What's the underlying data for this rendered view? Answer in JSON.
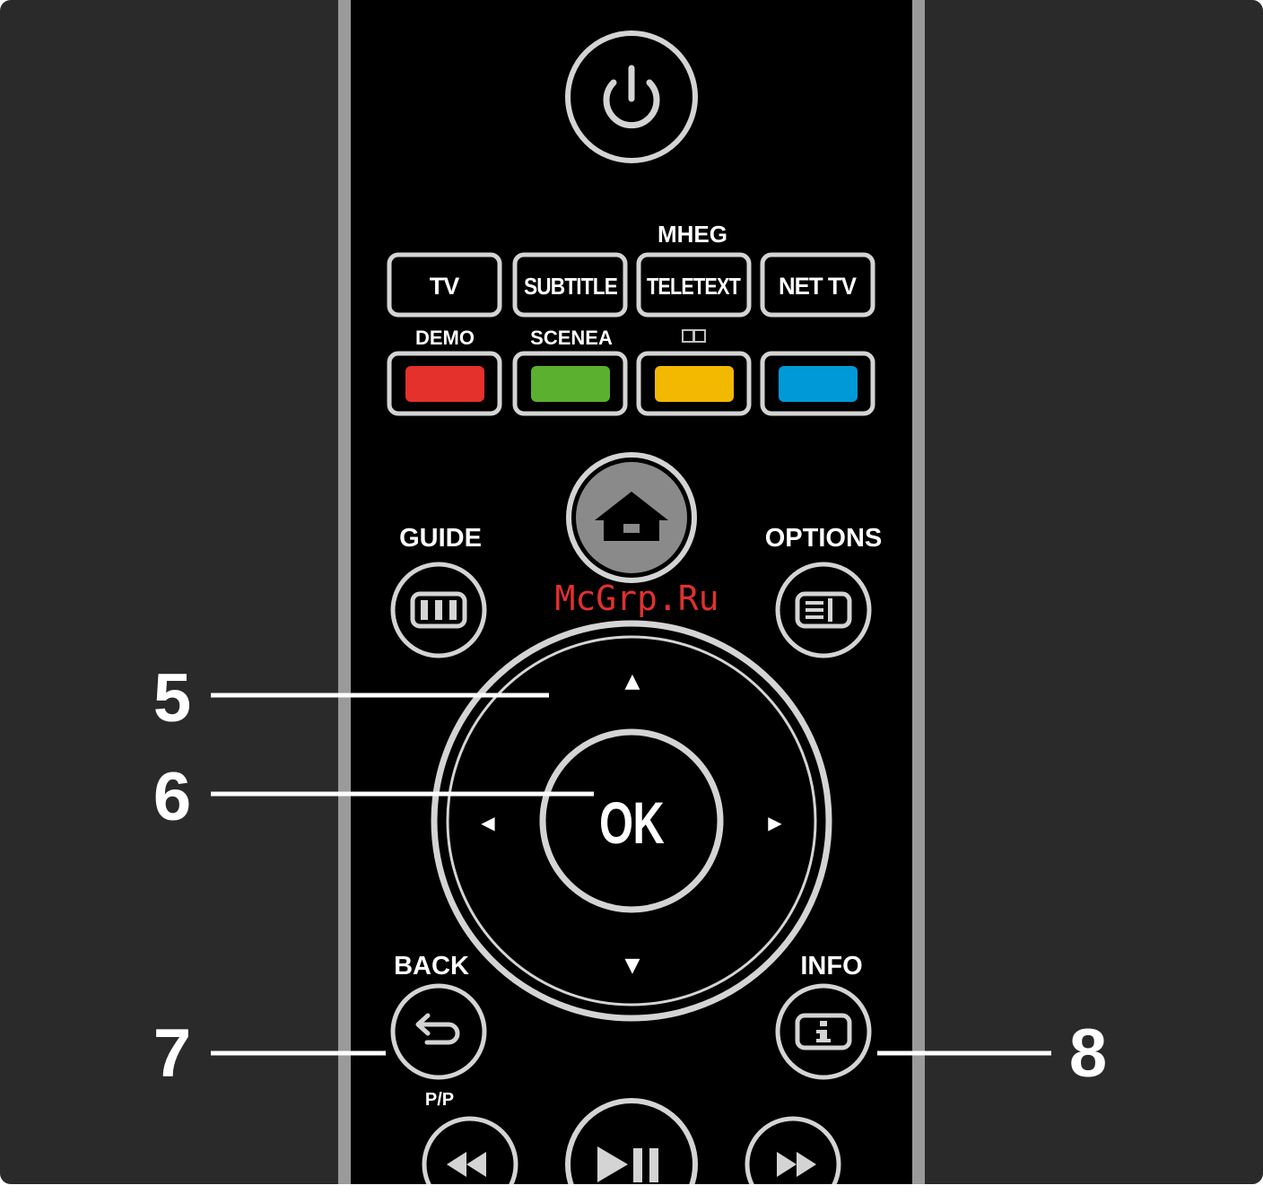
{
  "colors": {
    "background": "#2a2a2a",
    "remote_body": "#000000",
    "remote_edge": "#9a9a9a",
    "outline": "#d4d4d4",
    "home_fill": "#8a8a8a",
    "red": "#e4312b",
    "green": "#5bb030",
    "yellow": "#f3b800",
    "blue": "#0099d8",
    "watermark": "#e0312f"
  },
  "icons": {
    "power": "power-icon",
    "home": "home-icon",
    "guide": "guide-grid-icon",
    "options": "options-list-icon",
    "back": "back-arrow-icon",
    "info": "info-icon",
    "rewind": "rewind-icon",
    "play_pause": "play-pause-icon",
    "fast_forward": "fast-forward-icon",
    "teletext_extra": "book-icon"
  },
  "labels": {
    "mheg": "MHEG",
    "demo": "DEMO",
    "scenea": "SCENEA",
    "guide": "GUIDE",
    "options": "OPTIONS",
    "back": "BACK",
    "info": "INFO",
    "pp": "P/P"
  },
  "buttons": {
    "tv": "TV",
    "subtitle": "SUBTITLE",
    "teletext": "TELETEXT",
    "net_tv": "NET TV",
    "ok": "OK"
  },
  "arrows": {
    "up": "▲",
    "down": "▼",
    "left": "◀",
    "right": "▶"
  },
  "callouts": {
    "five": "5",
    "six": "6",
    "seven": "7",
    "eight": "8"
  },
  "watermark": "McGrp.Ru"
}
